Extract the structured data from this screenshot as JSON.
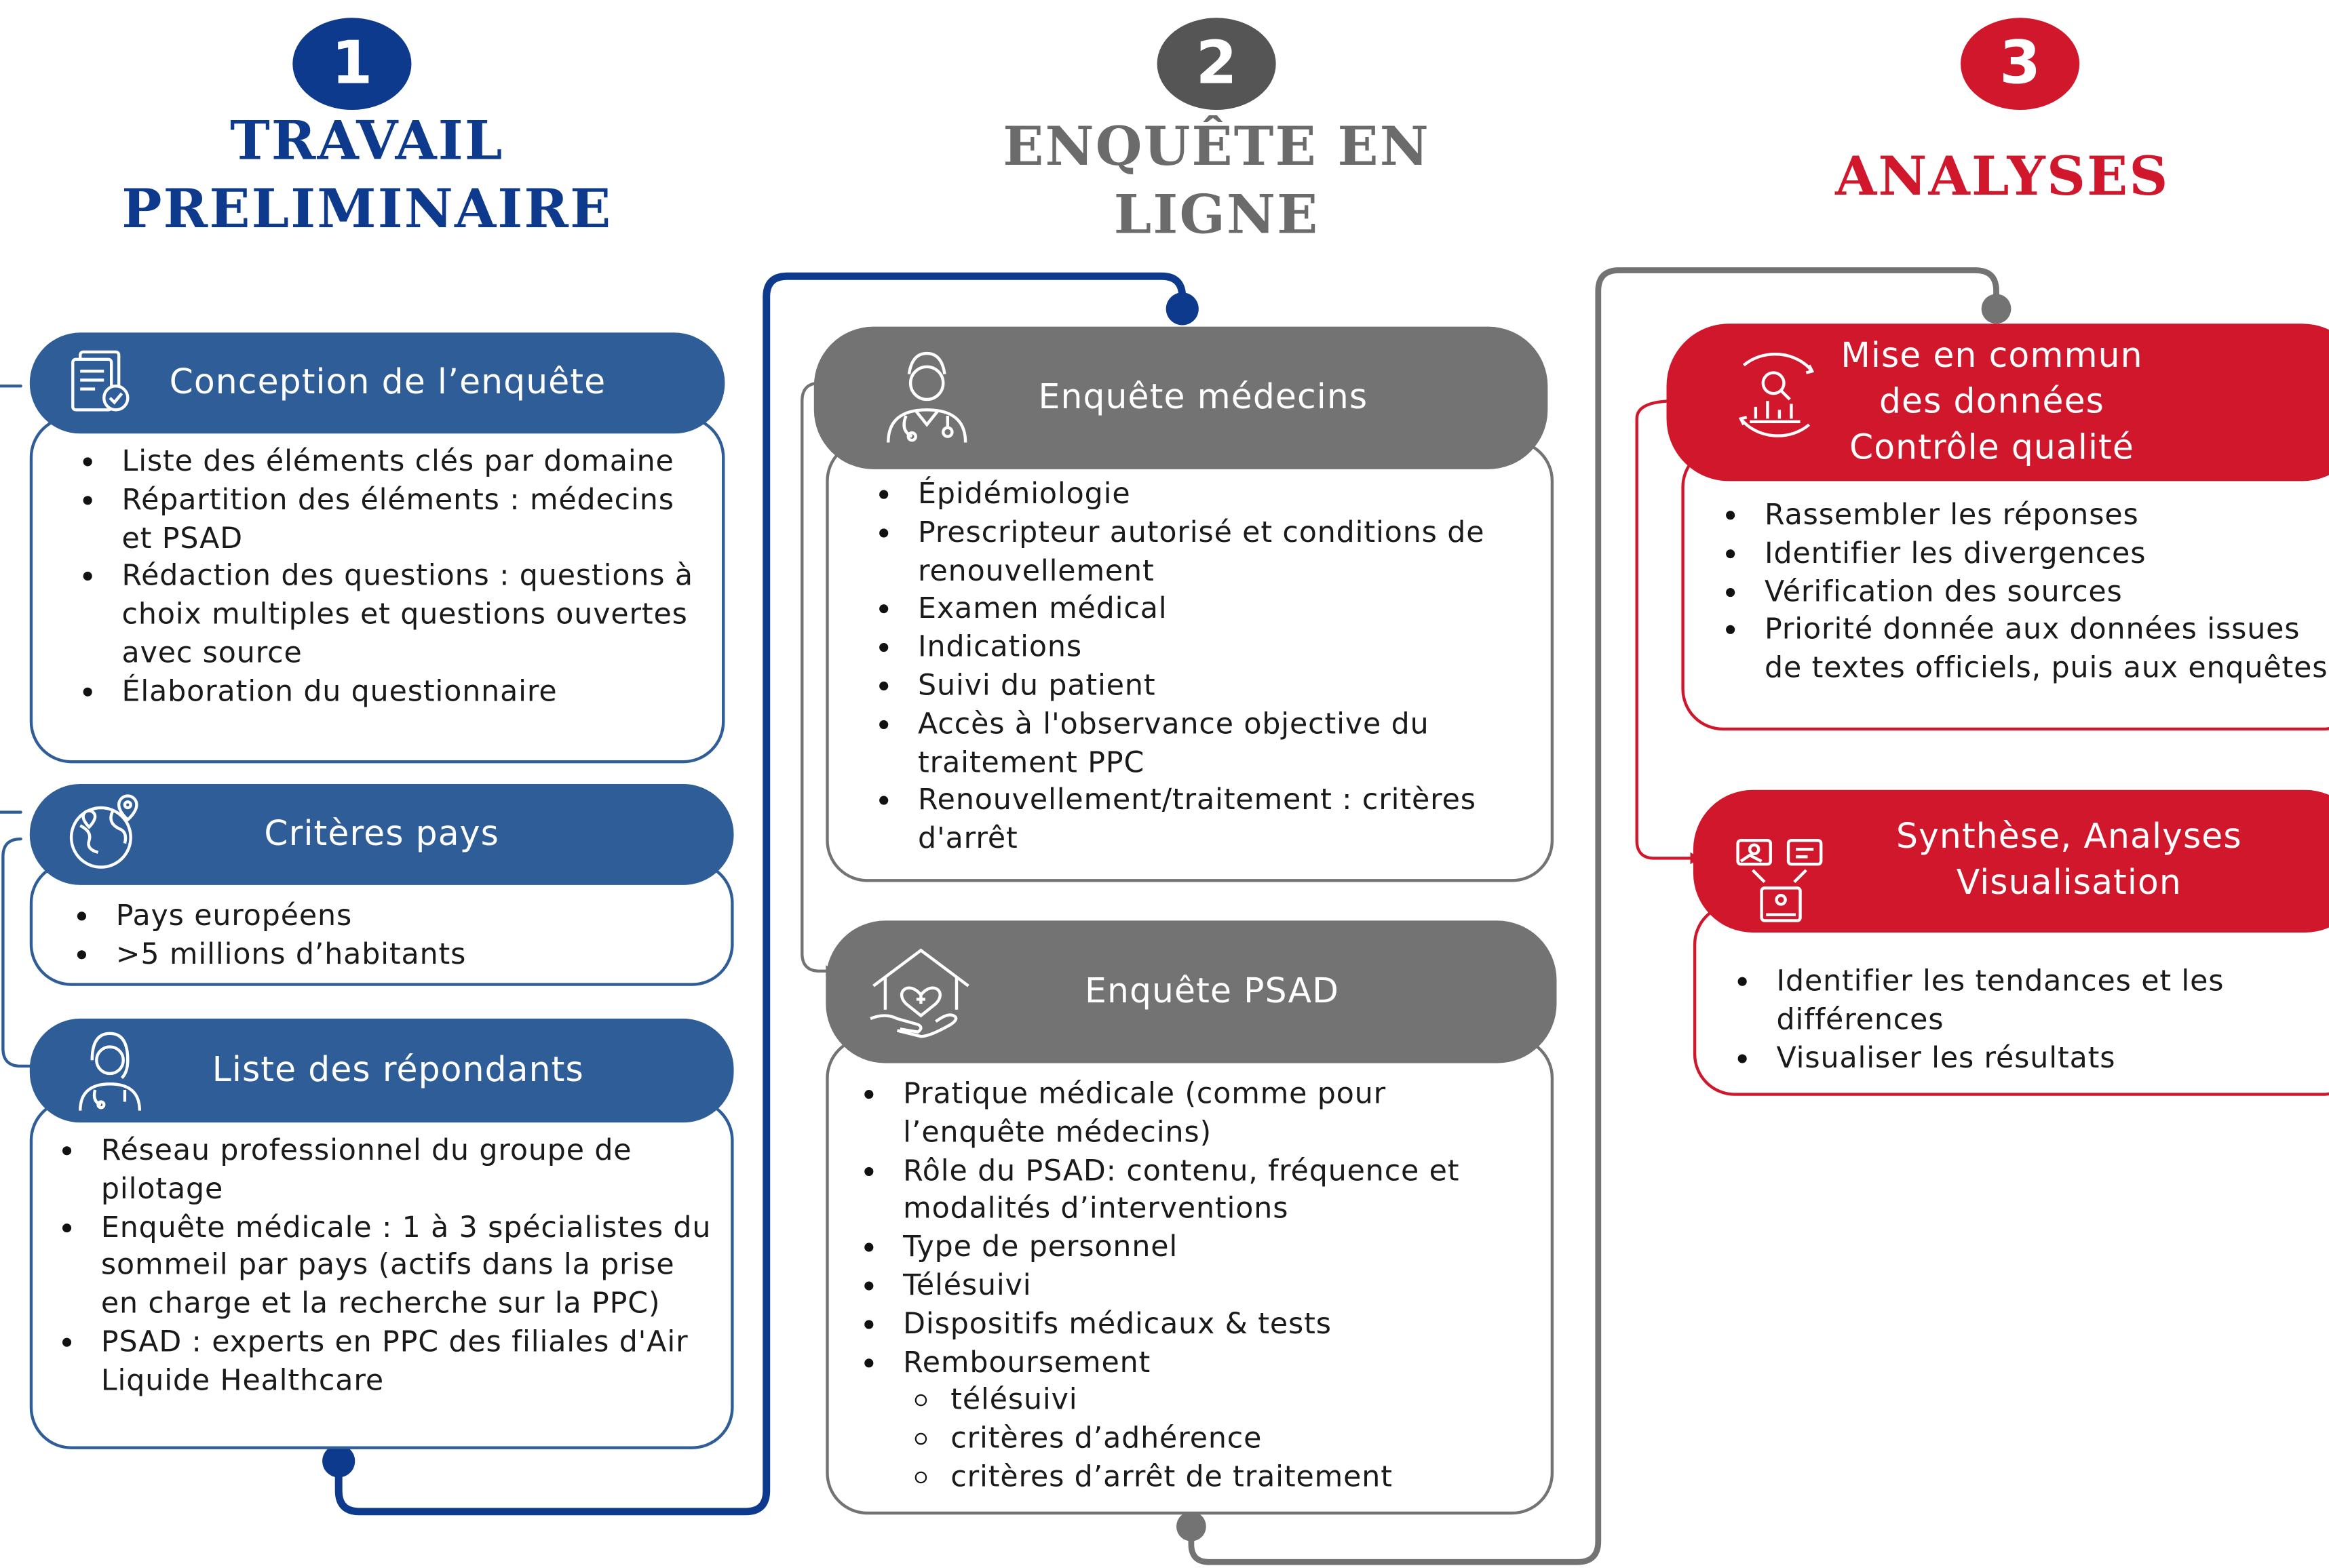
{
  "colors": {
    "blue": "#2f5d97",
    "navy": "#0d3a8c",
    "gray": "#737373",
    "darkgray": "#5a5a5a",
    "red": "#d0172c"
  },
  "steps": [
    {
      "number": "1",
      "title_line1": "TRAVAIL",
      "title_line2": "PRELIMINAIRE"
    },
    {
      "number": "2",
      "title_line1": "ENQUÊTE EN",
      "title_line2": "LIGNE"
    },
    {
      "number": "3",
      "title_line1": "ANALYSES"
    }
  ],
  "col1": {
    "conception": {
      "icon": "checklist-document-icon",
      "title": "Conception de l’enquête",
      "items": [
        "Liste des éléments clés par domaine",
        "Répartition des éléments : médecins et PSAD",
        "Rédaction des questions : questions à choix multiples et questions ouvertes avec source",
        "Élaboration du questionnaire"
      ]
    },
    "criteres": {
      "icon": "globe-pins-icon",
      "title": "Critères pays",
      "items": [
        "Pays européens",
        ">5 millions d’habitants"
      ]
    },
    "repondants": {
      "icon": "doctor-female-icon",
      "title": "Liste des répondants",
      "items": [
        "Réseau professionnel du groupe de pilotage",
        "Enquête médicale : 1 à 3 spécialistes du sommeil par pays (actifs dans la prise en charge et la recherche sur la PPC)",
        "PSAD : experts en PPC des filiales d'Air Liquide Healthcare"
      ]
    }
  },
  "col2": {
    "medecins": {
      "icon": "doctor-male-icon",
      "title": "Enquête médecins",
      "items": [
        "Épidémiologie",
        "Prescripteur autorisé et conditions de renouvellement",
        "Examen médical",
        "Indications",
        "Suivi du patient",
        "Accès à l'observance objective du traitement PPC",
        "Renouvellement/traitement : critères d'arrêt"
      ]
    },
    "psad": {
      "icon": "home-care-icon",
      "title": "Enquête PSAD",
      "items": [
        "Pratique médicale (comme pour l’enquête médecins)",
        "Rôle du PSAD: contenu, fréquence et modalités d’interventions",
        "Type de personnel",
        "Télésuivi",
        "Dispositifs médicaux & tests",
        "Remboursement"
      ],
      "subitems": [
        "télésuivi",
        "critères d’adhérence",
        "critères d’arrêt de traitement"
      ]
    }
  },
  "col3": {
    "mise": {
      "icon": "data-analytics-icon",
      "title_lines": [
        "Mise en commun",
        "des données",
        "Contrôle qualité"
      ],
      "items": [
        "Rassembler les réponses",
        "Identifier les divergences",
        "Vérification des sources",
        "Priorité donnée aux données issues de textes officiels, puis aux enquêtes"
      ]
    },
    "synthese": {
      "icon": "report-images-icon",
      "title_lines": [
        "Synthèse, Analyses",
        "Visualisation"
      ],
      "items": [
        "Identifier les tendances et les différences",
        "Visualiser les résultats"
      ]
    }
  }
}
